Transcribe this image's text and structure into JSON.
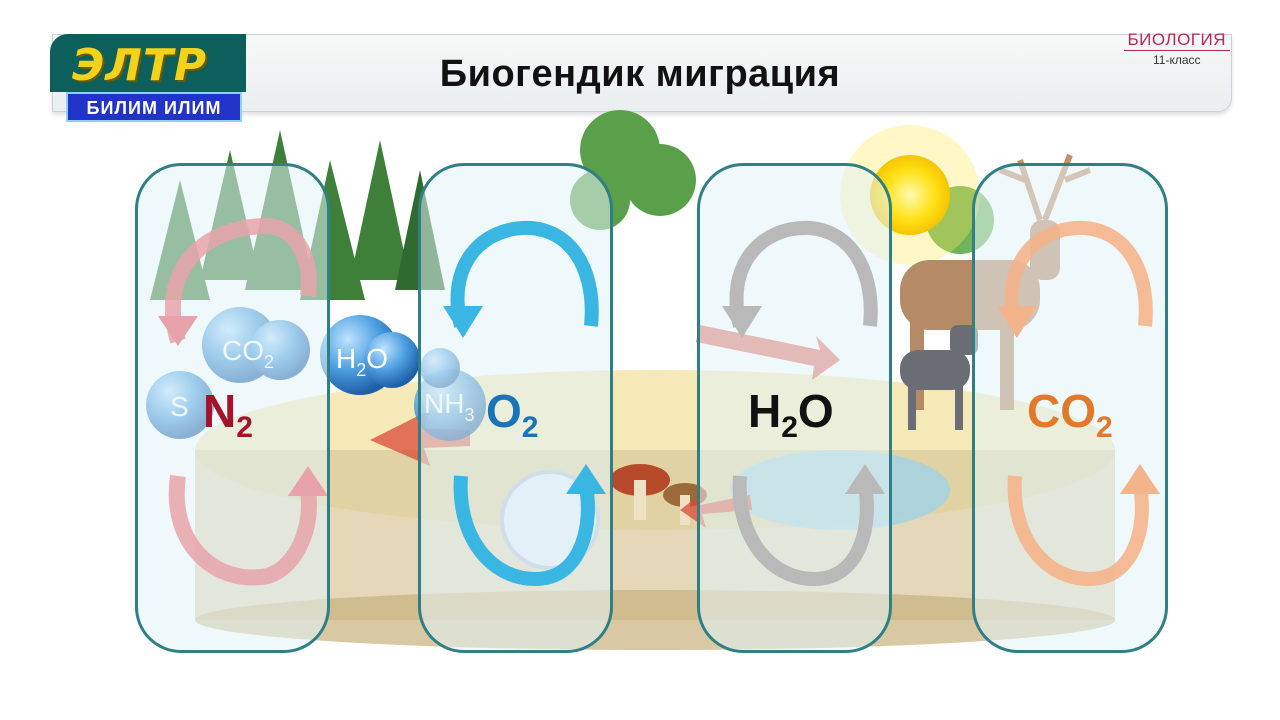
{
  "header": {
    "title": "Биогендик миграция"
  },
  "logo": {
    "top": "ЭЛТР",
    "bottom": "БИЛИМ ИЛИМ"
  },
  "subject": {
    "name": "БИОЛОГИЯ",
    "grade": "11-класс"
  },
  "bubbles": {
    "co2": "CO",
    "co2_sub": "2",
    "h2o_a": "H",
    "h2o_sub": "2",
    "h2o_b": "O",
    "s": "S",
    "nh": "NH",
    "nh_sub": "3"
  },
  "panels": [
    {
      "main": "N",
      "sub": "2",
      "color": "#a6122a"
    },
    {
      "main": "O",
      "sub": "2",
      "color": "#1a74b8"
    },
    {
      "main": "H",
      "sub": "2",
      "tail": "O",
      "color": "#111111"
    },
    {
      "main": "CO",
      "sub": "2",
      "color": "#e07a2a"
    }
  ]
}
